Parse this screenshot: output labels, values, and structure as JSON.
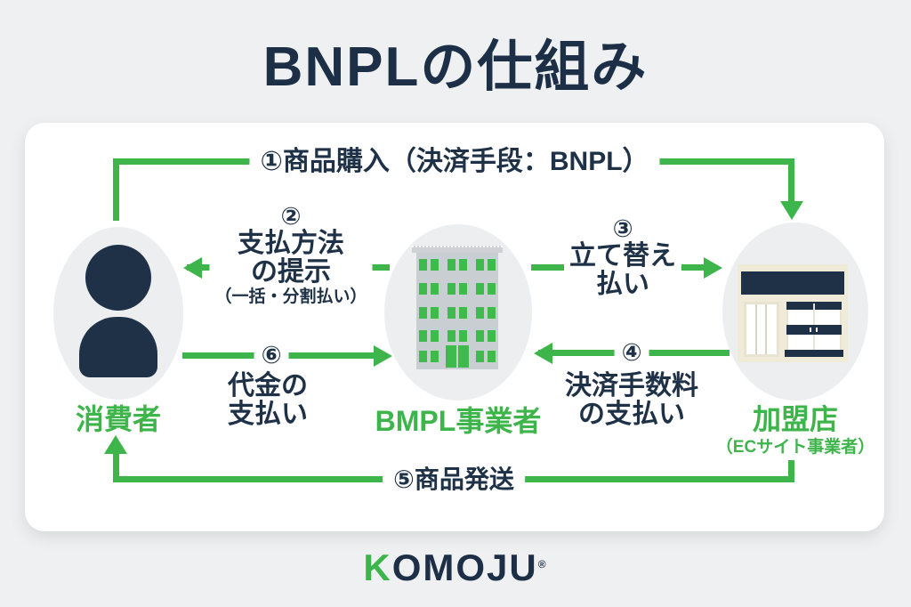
{
  "page": {
    "title": "BNPLの仕組み",
    "colors": {
      "background": "#eef0f1",
      "card": "#ffffff",
      "navy": "#1e3147",
      "green": "#3eb54b"
    }
  },
  "nodes": {
    "consumer": {
      "label": "消費者"
    },
    "provider": {
      "label": "BMPL事業者"
    },
    "merchant": {
      "label": "加盟店",
      "sublabel": "（ECサイト事業者）"
    }
  },
  "steps": {
    "step1": {
      "number": "①",
      "label": "商品購入（決済手段：BNPL）"
    },
    "step2": {
      "number": "②",
      "line1": "支払方法",
      "line2": "の提示",
      "note": "（一括・分割払い）"
    },
    "step3": {
      "number": "③",
      "line1": "立て替え",
      "line2": "払い"
    },
    "step4": {
      "number": "④",
      "line1": "決済手数料",
      "line2": "の支払い"
    },
    "step5": {
      "number": "⑤",
      "label": "商品発送"
    },
    "step6": {
      "number": "⑥",
      "line1": "代金の",
      "line2": "支払い"
    }
  },
  "footer": {
    "logo_first_letter": "K",
    "logo_rest": "OMOJU",
    "mark": "®"
  }
}
